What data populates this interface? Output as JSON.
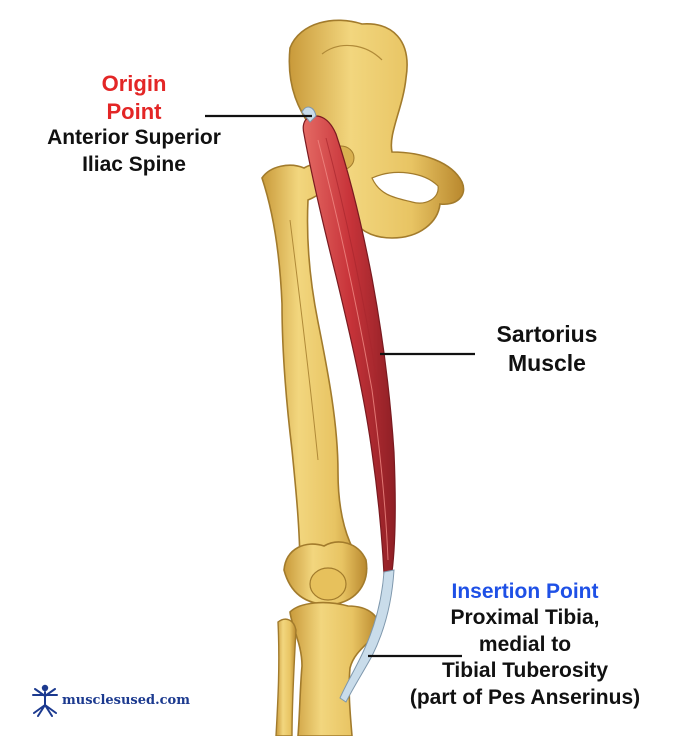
{
  "origin": {
    "heading_line1": "Origin",
    "heading_line2": "Point",
    "detail_line1": "Anterior Superior",
    "detail_line2": "Iliac Spine"
  },
  "muscle": {
    "line1": "Sartorius",
    "line2": "Muscle"
  },
  "insertion": {
    "heading": "Insertion Point",
    "line1": "Proximal Tibia,",
    "line2": "medial to",
    "line3": "Tibial Tuberosity",
    "line4": "(part of Pes Anserinus)"
  },
  "watermark": {
    "text": "musclesused.com",
    "icon": "vitruvian-figure-icon"
  },
  "colors": {
    "origin_heading": "#e32626",
    "insertion_heading": "#1e50e6",
    "bone": "#e9c766",
    "bone_shadow": "#c99a3a",
    "muscle": "#c8343a",
    "tendon": "#c9dcea",
    "watermark": "#1c3a8f"
  }
}
